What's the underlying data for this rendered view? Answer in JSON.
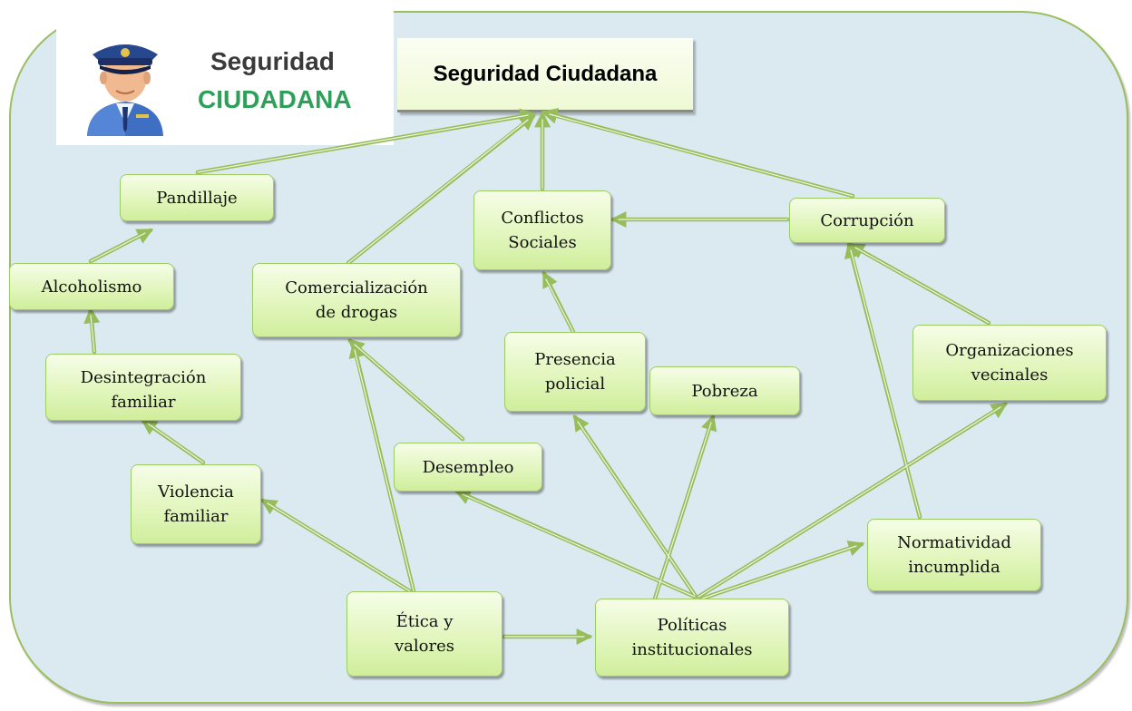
{
  "header": {
    "brand_line1": "Seguridad",
    "brand_line2": "CIUDADANA",
    "title": "Seguridad Ciudadana",
    "logo_icon": "police-officer-icon"
  },
  "nodes": {
    "pandillaje": "Pandillaje",
    "alcoholismo": "Alcoholismo",
    "desintegracion": "Desintegración\nfamiliar",
    "violencia": "Violencia\nfamiliar",
    "comercializacion": "Comercialización\nde drogas",
    "desempleo": "Desempleo",
    "etica": "Ética y\nvalores",
    "conflictos": "Conflictos\nSociales",
    "presencia": "Presencia\npolicial",
    "pobreza": "Pobreza",
    "politicas": "Políticas\ninstitucionales",
    "corrupcion": "Corrupción",
    "organizaciones": "Organizaciones\nvecinales",
    "normatividad": "Normatividad\nincumplida"
  },
  "colors": {
    "panel_background": "#dbeaf1",
    "panel_border": "#9bbf5e",
    "node_fill": "#e2f6bd",
    "node_border": "#9ccd62",
    "arrow": "#97bd5b",
    "brand_green": "#2fa05a",
    "brand_gray": "#3a3a3a"
  }
}
